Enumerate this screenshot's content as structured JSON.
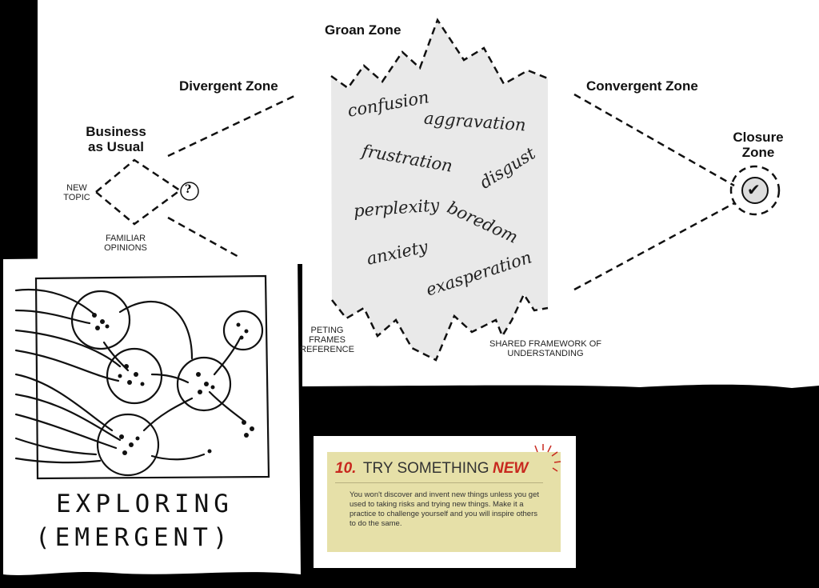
{
  "diagram": {
    "zones": {
      "business_as_usual": "Business as Usual",
      "divergent": "Divergent Zone",
      "groan": "Groan Zone",
      "convergent": "Convergent Zone",
      "closure": "Closure Zone"
    },
    "labels": {
      "new_topic": "NEW TOPIC",
      "familiar_opinions": "FAMILIAR OPINIONS",
      "competing_frames": "PETING FRAMES REFERENCE",
      "shared_framework": "SHARED FRAMEWORK OF UNDERSTANDING",
      "question_mark": "?",
      "check_mark": "✔"
    },
    "emotions": [
      "confusion",
      "aggravation",
      "frustration",
      "disgust",
      "perplexity",
      "boredom",
      "anxiety",
      "exasperation"
    ]
  },
  "sketch": {
    "caption_line1": "EXPLORING",
    "caption_line2": "(EMERGENT)"
  },
  "tip_card": {
    "number": "10.",
    "title_plain": "TRY SOMETHING",
    "title_emphasis": "NEW",
    "body": "You won't discover and invent new things unless you get used to taking risks and trying new things. Make it a practice to challenge yourself and you will inspire others to do the same.",
    "accent_color": "#c8281e",
    "background_color": "#e6e0a8"
  }
}
